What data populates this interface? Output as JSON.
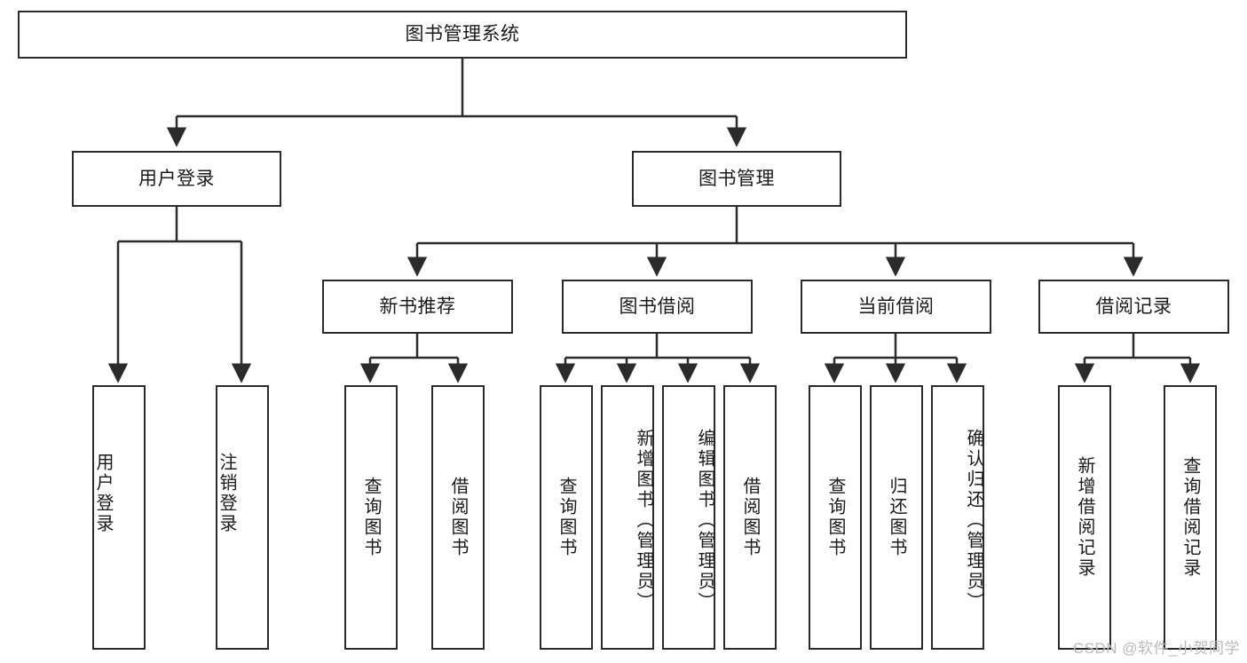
{
  "diagram": {
    "type": "tree",
    "title": "图书管理系统",
    "root": {
      "label": "图书管理系统"
    },
    "level2": [
      {
        "label": "用户登录"
      },
      {
        "label": "图书管理"
      }
    ],
    "level3": [
      {
        "label": "新书推荐"
      },
      {
        "label": "图书借阅"
      },
      {
        "label": "当前借阅"
      },
      {
        "label": "借阅记录"
      }
    ],
    "leaves": [
      {
        "label": "用户登录",
        "parent": "用户登录"
      },
      {
        "label": "注销登录",
        "parent": "用户登录"
      },
      {
        "label": "查询图书",
        "parent": "新书推荐"
      },
      {
        "label": "借阅图书",
        "parent": "新书推荐"
      },
      {
        "label": "查询图书",
        "parent": "图书借阅"
      },
      {
        "label": "新增图书（管理员）",
        "parent": "图书借阅"
      },
      {
        "label": "编辑图书（管理员）",
        "parent": "图书借阅"
      },
      {
        "label": "借阅图书",
        "parent": "图书借阅"
      },
      {
        "label": "查询图书",
        "parent": "当前借阅"
      },
      {
        "label": "归还图书",
        "parent": "当前借阅"
      },
      {
        "label": "确认归还（管理员）",
        "parent": "当前借阅"
      },
      {
        "label": "新增借阅记录",
        "parent": "借阅记录"
      },
      {
        "label": "查询借阅记录",
        "parent": "借阅记录"
      }
    ]
  },
  "watermark": {
    "text": "CSDN @软件_小贺同学"
  },
  "colors": {
    "border": "#2b2b2b",
    "background": "#ffffff",
    "text": "#1a1a1a",
    "watermark": "#b9b9b9"
  }
}
